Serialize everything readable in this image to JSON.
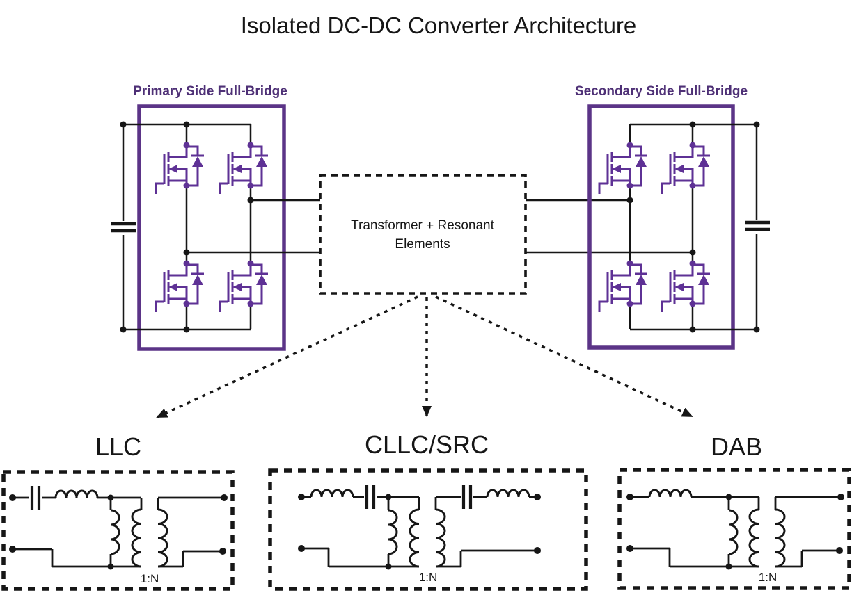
{
  "title": "Isolated DC-DC Converter Architecture",
  "colors": {
    "ink": "#161616",
    "outline_purple": "#5b3487",
    "mosfet_purple": "#5e3195",
    "label_purple": "#4e3076"
  },
  "primary_bridge": {
    "label": "Primary Side Full-Bridge"
  },
  "secondary_bridge": {
    "label": "Secondary Side Full-Bridge"
  },
  "center_block": {
    "line1": "Transformer + Resonant",
    "line2": "Elements"
  },
  "topologies": [
    {
      "name": "LLC",
      "turns_ratio": "1:N"
    },
    {
      "name": "CLLC/SRC",
      "turns_ratio": "1:N"
    },
    {
      "name": "DAB",
      "turns_ratio": "1:N"
    }
  ]
}
